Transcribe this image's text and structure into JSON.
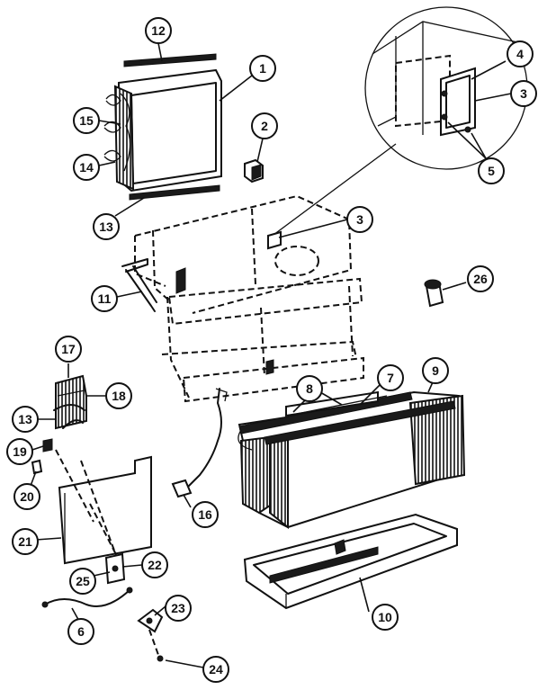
{
  "callouts": [
    {
      "id": "c12",
      "label": "12"
    },
    {
      "id": "c1",
      "label": "1"
    },
    {
      "id": "c2",
      "label": "2"
    },
    {
      "id": "c15",
      "label": "15"
    },
    {
      "id": "c14",
      "label": "14"
    },
    {
      "id": "c13a",
      "label": "13"
    },
    {
      "id": "c4",
      "label": "4"
    },
    {
      "id": "c3a",
      "label": "3"
    },
    {
      "id": "c5",
      "label": "5"
    },
    {
      "id": "c3b",
      "label": "3"
    },
    {
      "id": "c26",
      "label": "26"
    },
    {
      "id": "c11",
      "label": "11"
    },
    {
      "id": "c17",
      "label": "17"
    },
    {
      "id": "c18",
      "label": "18"
    },
    {
      "id": "c13b",
      "label": "13"
    },
    {
      "id": "c8",
      "label": "8"
    },
    {
      "id": "c7",
      "label": "7"
    },
    {
      "id": "c9",
      "label": "9"
    },
    {
      "id": "c19",
      "label": "19"
    },
    {
      "id": "c20",
      "label": "20"
    },
    {
      "id": "c16",
      "label": "16"
    },
    {
      "id": "c21",
      "label": "21"
    },
    {
      "id": "c22",
      "label": "22"
    },
    {
      "id": "c25",
      "label": "25"
    },
    {
      "id": "c23",
      "label": "23"
    },
    {
      "id": "c10",
      "label": "10"
    },
    {
      "id": "c6",
      "label": "6"
    },
    {
      "id": "c24",
      "label": "24"
    }
  ]
}
